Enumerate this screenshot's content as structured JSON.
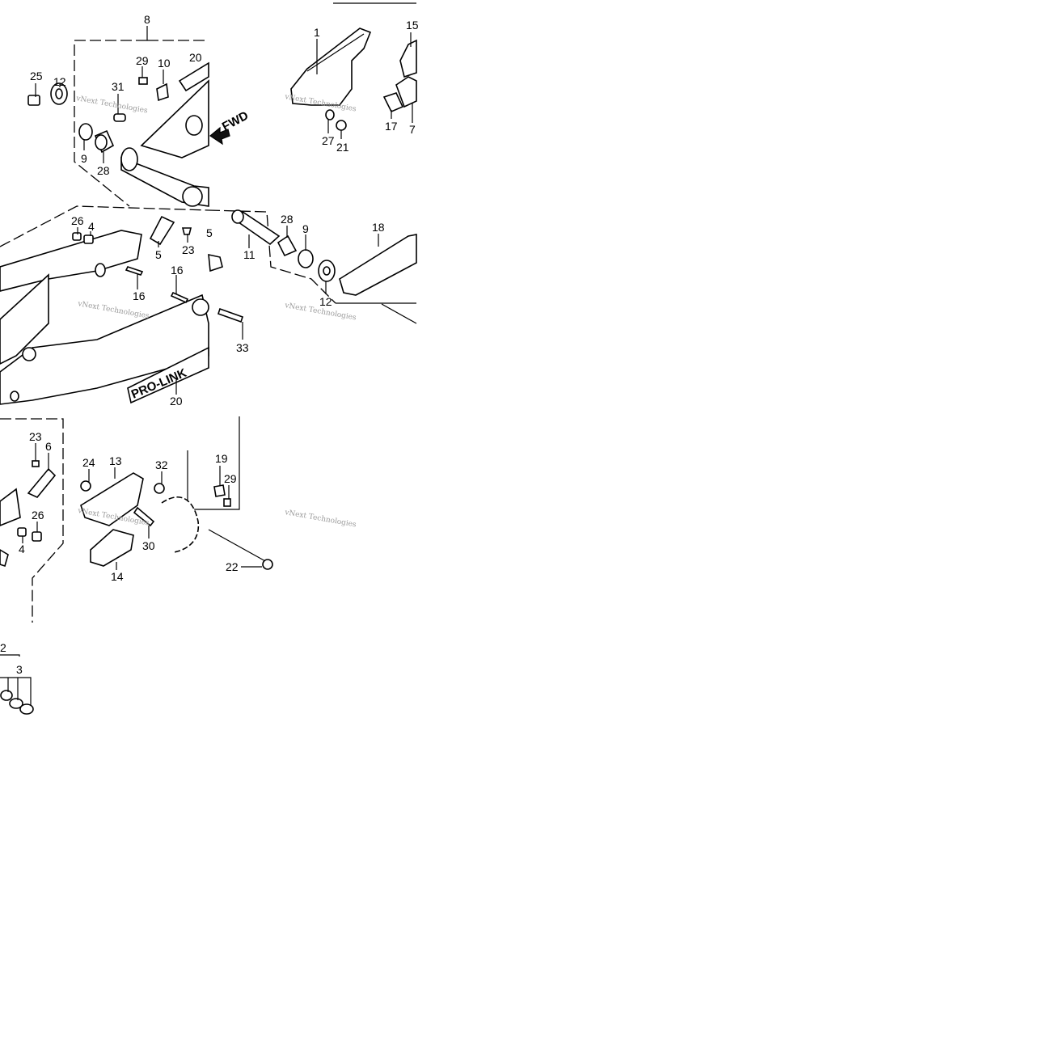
{
  "callouts": {
    "c1": "1",
    "c2": "2",
    "c3": "3",
    "c4a": "4",
    "c4b": "4",
    "c5a": "5",
    "c5b": "5",
    "c6": "6",
    "c7": "7",
    "c8": "8",
    "c9a": "9",
    "c9b": "9",
    "c10": "10",
    "c11": "11",
    "c12a": "12",
    "c12b": "12",
    "c13": "13",
    "c14": "14",
    "c15": "15",
    "c16a": "16",
    "c16b": "16",
    "c17": "17",
    "c18": "18",
    "c19": "19",
    "c20a": "20",
    "c20b": "20",
    "c21": "21",
    "c22": "22",
    "c23a": "23",
    "c23b": "23",
    "c24": "24",
    "c25": "25",
    "c26a": "26",
    "c26b": "26",
    "c27": "27",
    "c28a": "28",
    "c28b": "28",
    "c29a": "29",
    "c29b": "29",
    "c30": "30",
    "c31": "31",
    "c32": "32",
    "c33": "33"
  },
  "fwd_label": "FWD",
  "swingarm_decal": "PRO-LINK",
  "watermark": "vNext Technologies"
}
